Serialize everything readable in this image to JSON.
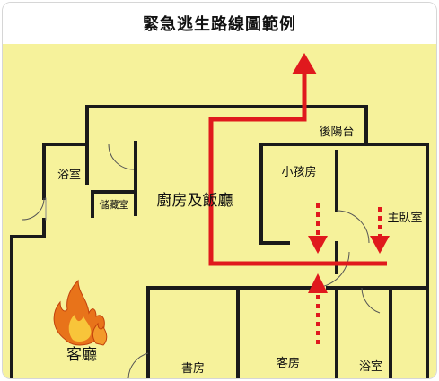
{
  "header": {
    "title": "緊急逃生路線圖範例"
  },
  "colors": {
    "background": "#f6f29b",
    "wall": "#1a1a1a",
    "route": "#e0191d",
    "fire": "#e8731a"
  },
  "rooms": {
    "back_balcony": "後陽台",
    "bathroom_left": "浴室",
    "storage": "儲藏室",
    "kitchen_dining": "廚房及飯廳",
    "kids_room": "小孩房",
    "master_bedroom": "主臥室",
    "living_room": "客廳",
    "study": "書房",
    "guest_room": "客房",
    "bathroom_right": "浴室"
  },
  "icons": {
    "fire": "fire-icon",
    "arrow": "arrow-up-icon"
  }
}
